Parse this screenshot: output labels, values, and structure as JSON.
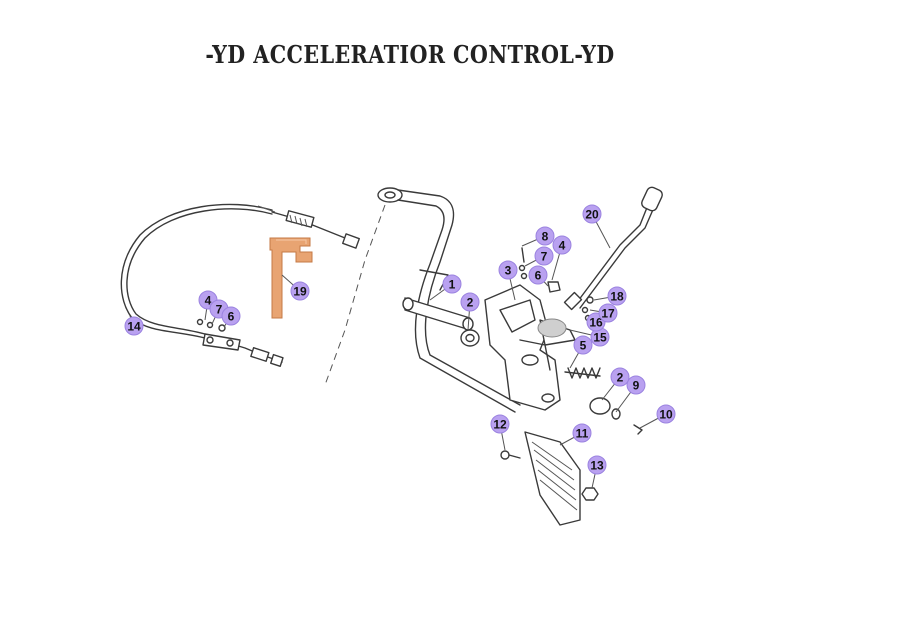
{
  "title": "-YD  ACCELERATIOR CONTROL-YD",
  "colors": {
    "callout_fill": "#b9a1f0",
    "highlight_bracket": "#e8a472",
    "line": "#3a3a3a"
  },
  "callouts": [
    {
      "label": "1"
    },
    {
      "label": "2"
    },
    {
      "label": "3"
    },
    {
      "label": "4"
    },
    {
      "label": "5"
    },
    {
      "label": "6"
    },
    {
      "label": "7"
    },
    {
      "label": "8"
    },
    {
      "label": "9"
    },
    {
      "label": "10"
    },
    {
      "label": "11"
    },
    {
      "label": "12"
    },
    {
      "label": "13"
    },
    {
      "label": "14"
    },
    {
      "label": "15"
    },
    {
      "label": "16"
    },
    {
      "label": "17"
    },
    {
      "label": "18"
    },
    {
      "label": "19"
    },
    {
      "label": "20"
    },
    {
      "label": "4"
    },
    {
      "label": "7"
    },
    {
      "label": "6"
    },
    {
      "label": "2"
    }
  ]
}
